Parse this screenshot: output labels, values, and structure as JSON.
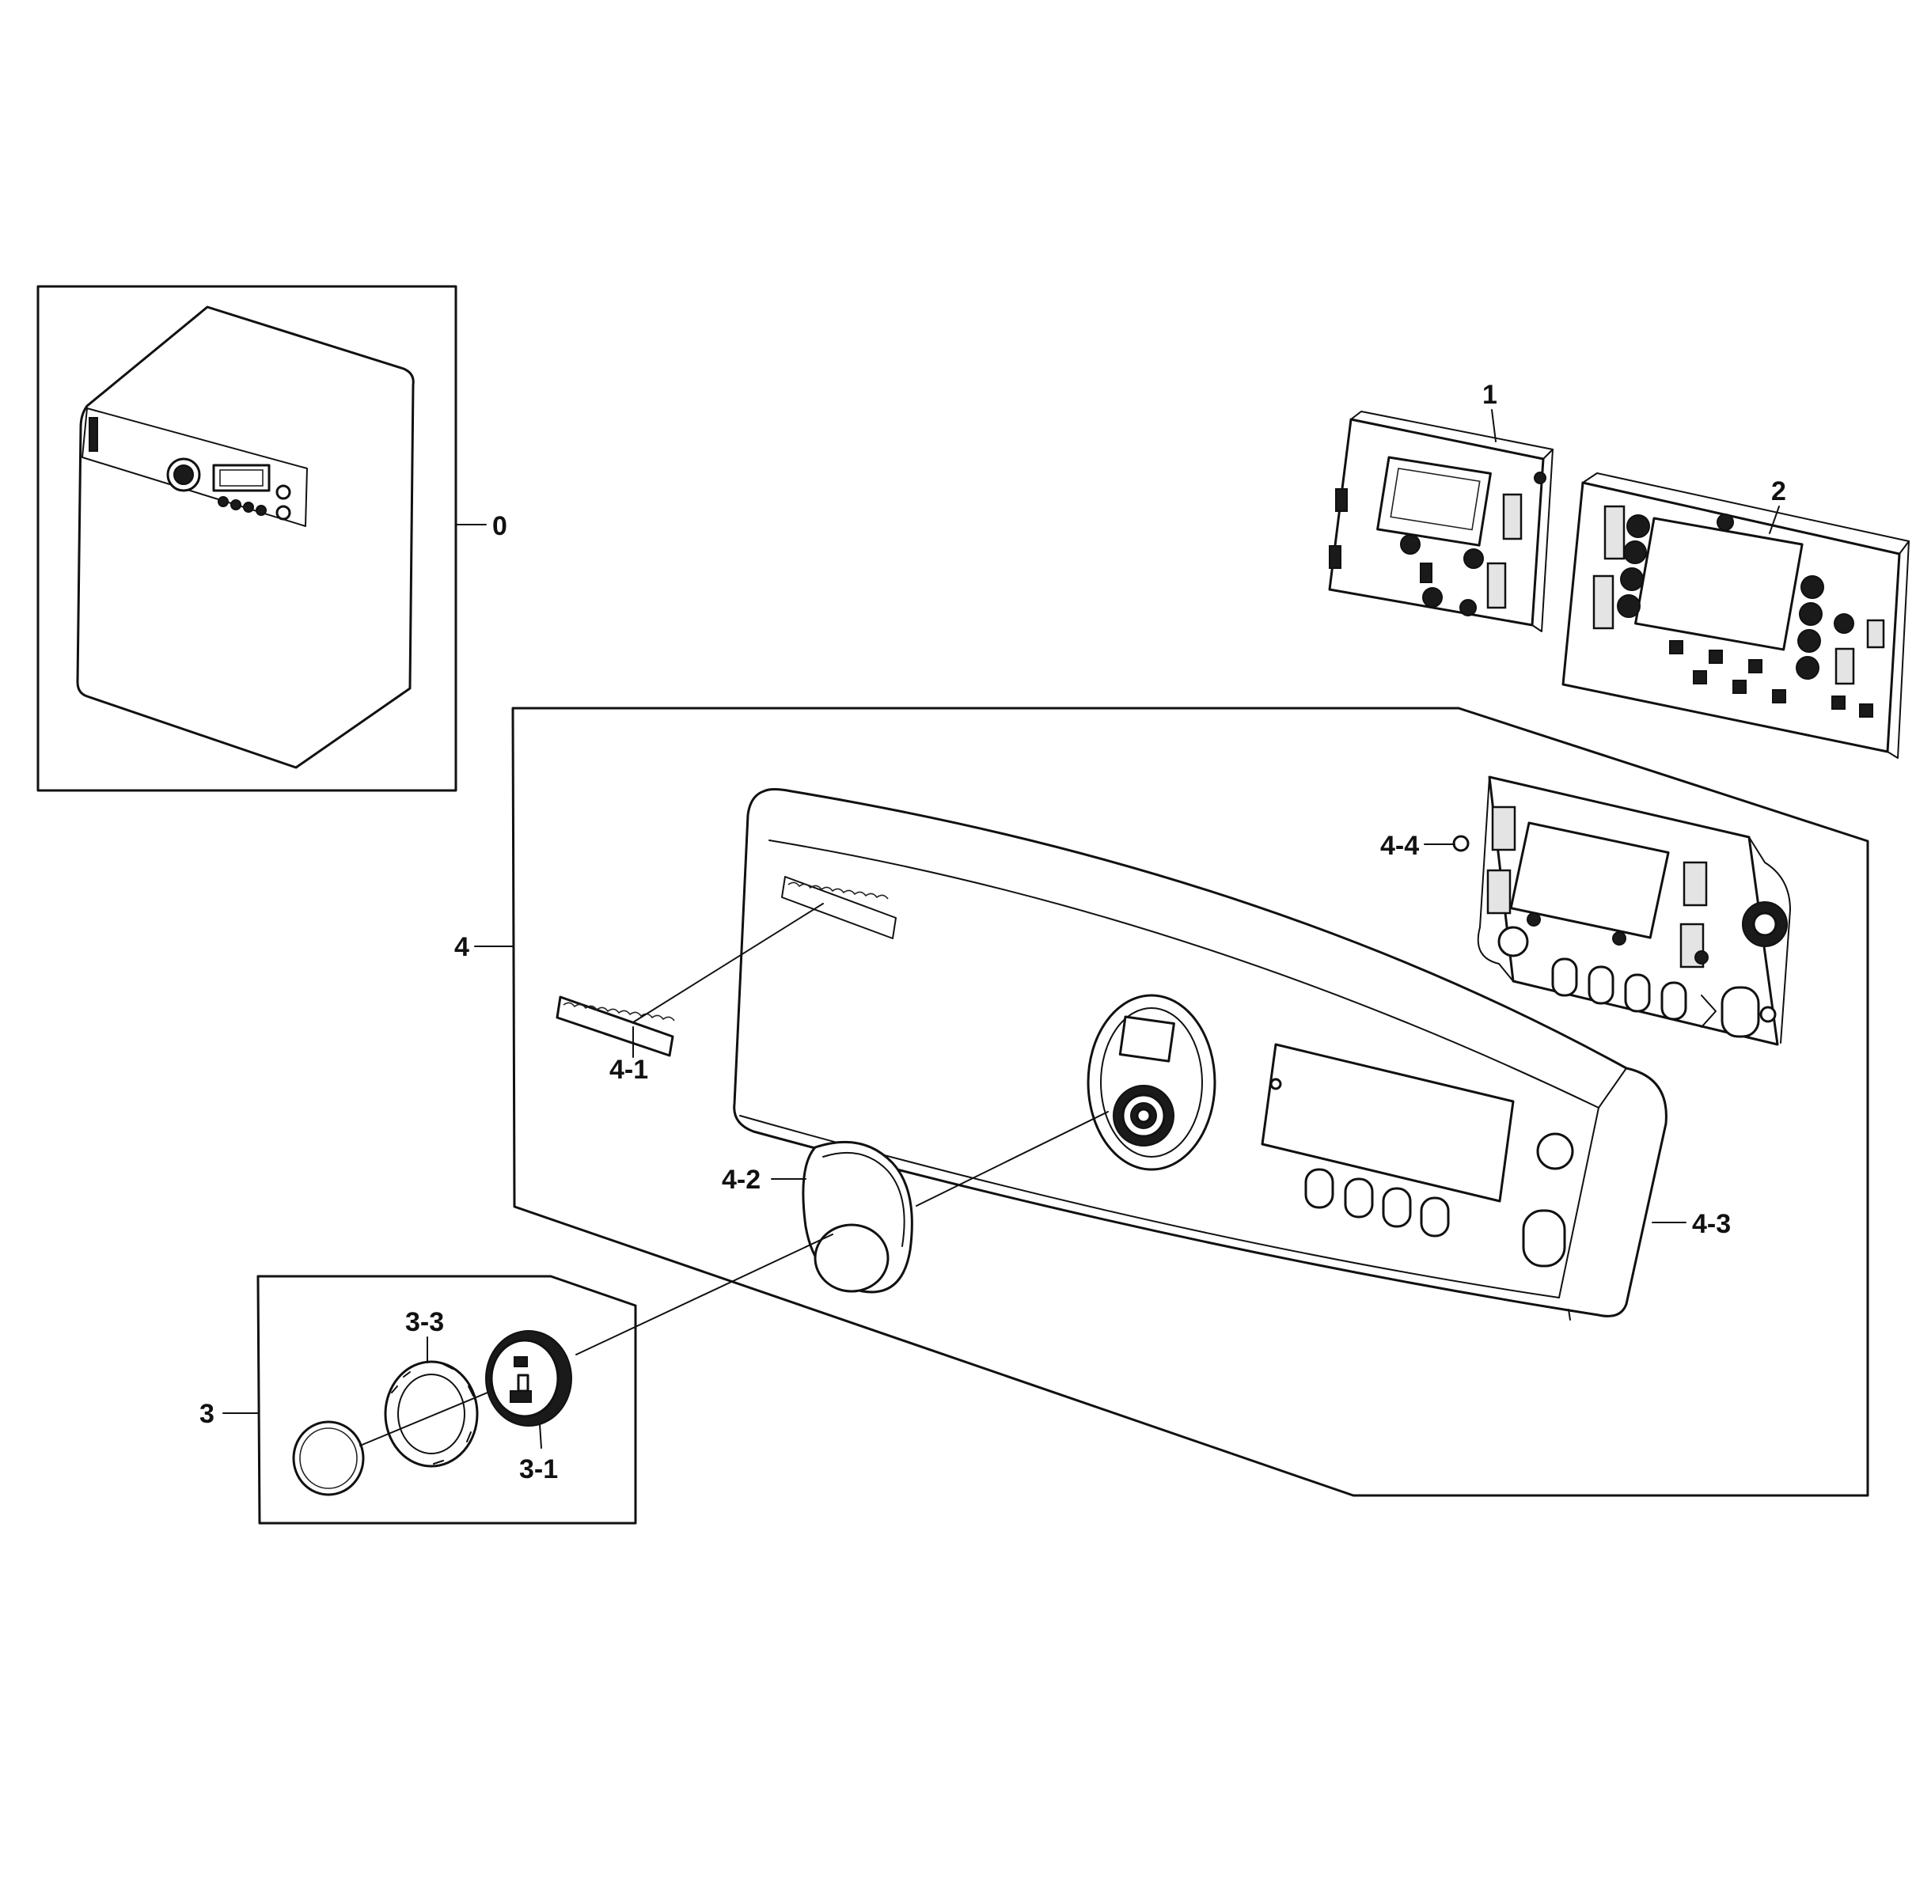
{
  "labels": {
    "assembly": "0",
    "pcb_main": "1",
    "pcb_sub": "2",
    "knob_assy": "3",
    "knob": "3-1",
    "knob_ring": "3-3",
    "panel_assy": "4",
    "badge": "4-1",
    "window": "4-2",
    "panel": "4-3",
    "pcb_display": "4-4"
  }
}
